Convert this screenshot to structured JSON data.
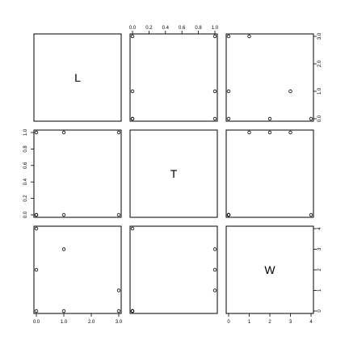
{
  "chart_data": {
    "type": "scatter",
    "variables": [
      "L",
      "T",
      "W"
    ],
    "observations": {
      "L": [
        0,
        0,
        0,
        1,
        1,
        3,
        3
      ],
      "T": [
        0,
        1,
        0,
        1,
        0,
        1,
        0
      ],
      "W": [
        4,
        2,
        0,
        3,
        0,
        1,
        0
      ]
    },
    "axes": {
      "L": {
        "range": [
          0,
          3
        ],
        "ticks": [
          "0.0",
          "1.0",
          "2.0",
          "3.0"
        ]
      },
      "T": {
        "range": [
          0,
          1
        ],
        "ticks": [
          "0.0",
          "0.2",
          "0.4",
          "0.6",
          "0.8",
          "1.0"
        ]
      },
      "W": {
        "range": [
          0,
          4
        ],
        "ticks": [
          "0",
          "1",
          "2",
          "3",
          "4"
        ]
      }
    },
    "point_color": "#000000",
    "grid": false
  }
}
